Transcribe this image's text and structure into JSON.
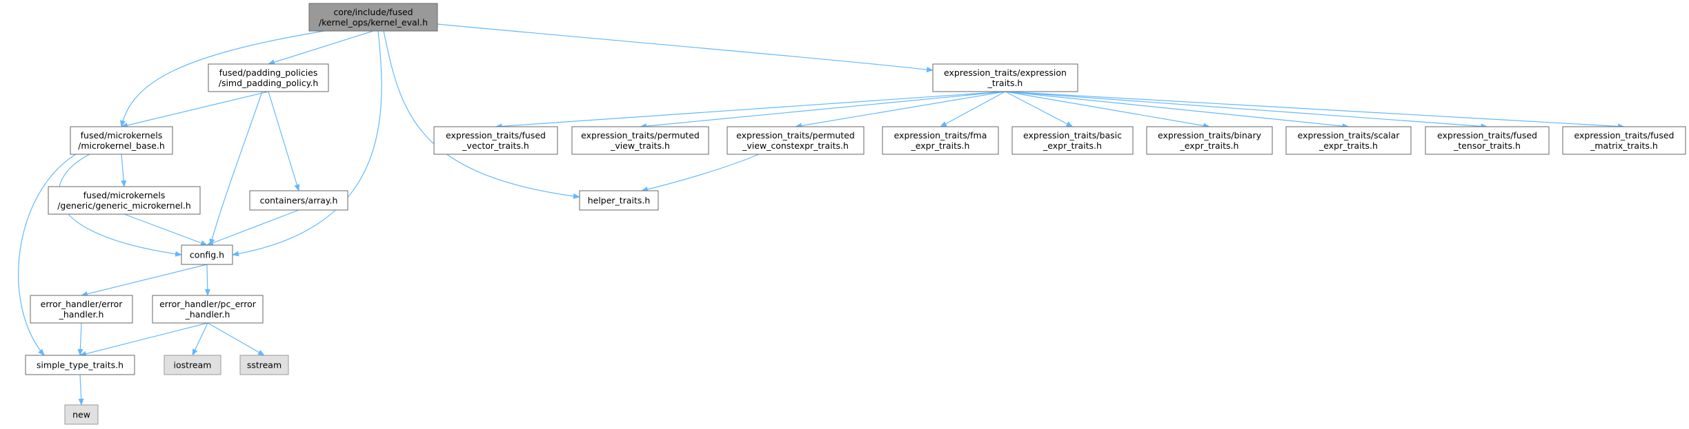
{
  "colors": {
    "edge": "#63b8ff",
    "node_border": "#666666",
    "node_fill": "#ffffff",
    "root_fill": "#999999",
    "system_fill": "#e0e0e0",
    "system_border": "#999999"
  },
  "nodes": {
    "root": {
      "lines": [
        "core/include/fused",
        "/kernel_ops/kernel_eval.h"
      ],
      "kind": "root"
    },
    "padding": {
      "lines": [
        "fused/padding_policies",
        "/simd_padding_policy.h"
      ],
      "kind": "file"
    },
    "mkbase": {
      "lines": [
        "fused/microkernels",
        "/microkernel_base.h"
      ],
      "kind": "file"
    },
    "generic": {
      "lines": [
        "fused/microkernels",
        "/generic/generic_microkernel.h"
      ],
      "kind": "file"
    },
    "array": {
      "lines": [
        "containers/array.h"
      ],
      "kind": "file"
    },
    "config": {
      "lines": [
        "config.h"
      ],
      "kind": "file"
    },
    "eh": {
      "lines": [
        "error_handler/error",
        "_handler.h"
      ],
      "kind": "file"
    },
    "pceh": {
      "lines": [
        "error_handler/pc_error",
        "_handler.h"
      ],
      "kind": "file"
    },
    "stt": {
      "lines": [
        "simple_type_traits.h"
      ],
      "kind": "file"
    },
    "iostream": {
      "lines": [
        "iostream"
      ],
      "kind": "system"
    },
    "sstream": {
      "lines": [
        "sstream"
      ],
      "kind": "system"
    },
    "new": {
      "lines": [
        "new"
      ],
      "kind": "system"
    },
    "et": {
      "lines": [
        "expression_traits/expression",
        "_traits.h"
      ],
      "kind": "file"
    },
    "helper": {
      "lines": [
        "helper_traits.h"
      ],
      "kind": "file"
    },
    "fvt": {
      "lines": [
        "expression_traits/fused",
        "_vector_traits.h"
      ],
      "kind": "file"
    },
    "pvt": {
      "lines": [
        "expression_traits/permuted",
        "_view_traits.h"
      ],
      "kind": "file"
    },
    "pvct": {
      "lines": [
        "expression_traits/permuted",
        "_view_constexpr_traits.h"
      ],
      "kind": "file"
    },
    "fma": {
      "lines": [
        "expression_traits/fma",
        "_expr_traits.h"
      ],
      "kind": "file"
    },
    "basic": {
      "lines": [
        "expression_traits/basic",
        "_expr_traits.h"
      ],
      "kind": "file"
    },
    "binary": {
      "lines": [
        "expression_traits/binary",
        "_expr_traits.h"
      ],
      "kind": "file"
    },
    "scalar": {
      "lines": [
        "expression_traits/scalar",
        "_expr_traits.h"
      ],
      "kind": "file"
    },
    "ftt": {
      "lines": [
        "expression_traits/fused",
        "_tensor_traits.h"
      ],
      "kind": "file"
    },
    "fmt": {
      "lines": [
        "expression_traits/fused",
        "_matrix_traits.h"
      ],
      "kind": "file"
    }
  },
  "edges": [
    [
      "root",
      "padding"
    ],
    [
      "root",
      "mkbase"
    ],
    [
      "root",
      "config"
    ],
    [
      "root",
      "et"
    ],
    [
      "root",
      "helper"
    ],
    [
      "padding",
      "mkbase"
    ],
    [
      "padding",
      "config"
    ],
    [
      "padding",
      "array"
    ],
    [
      "mkbase",
      "generic"
    ],
    [
      "mkbase",
      "config"
    ],
    [
      "mkbase",
      "stt"
    ],
    [
      "generic",
      "config"
    ],
    [
      "array",
      "config"
    ],
    [
      "config",
      "eh"
    ],
    [
      "config",
      "pceh"
    ],
    [
      "eh",
      "stt"
    ],
    [
      "pceh",
      "stt"
    ],
    [
      "pceh",
      "iostream"
    ],
    [
      "pceh",
      "sstream"
    ],
    [
      "stt",
      "new"
    ],
    [
      "et",
      "fvt"
    ],
    [
      "et",
      "pvt"
    ],
    [
      "et",
      "pvct"
    ],
    [
      "et",
      "fma"
    ],
    [
      "et",
      "basic"
    ],
    [
      "et",
      "binary"
    ],
    [
      "et",
      "scalar"
    ],
    [
      "et",
      "ftt"
    ],
    [
      "et",
      "fmt"
    ],
    [
      "pvct",
      "helper"
    ]
  ]
}
